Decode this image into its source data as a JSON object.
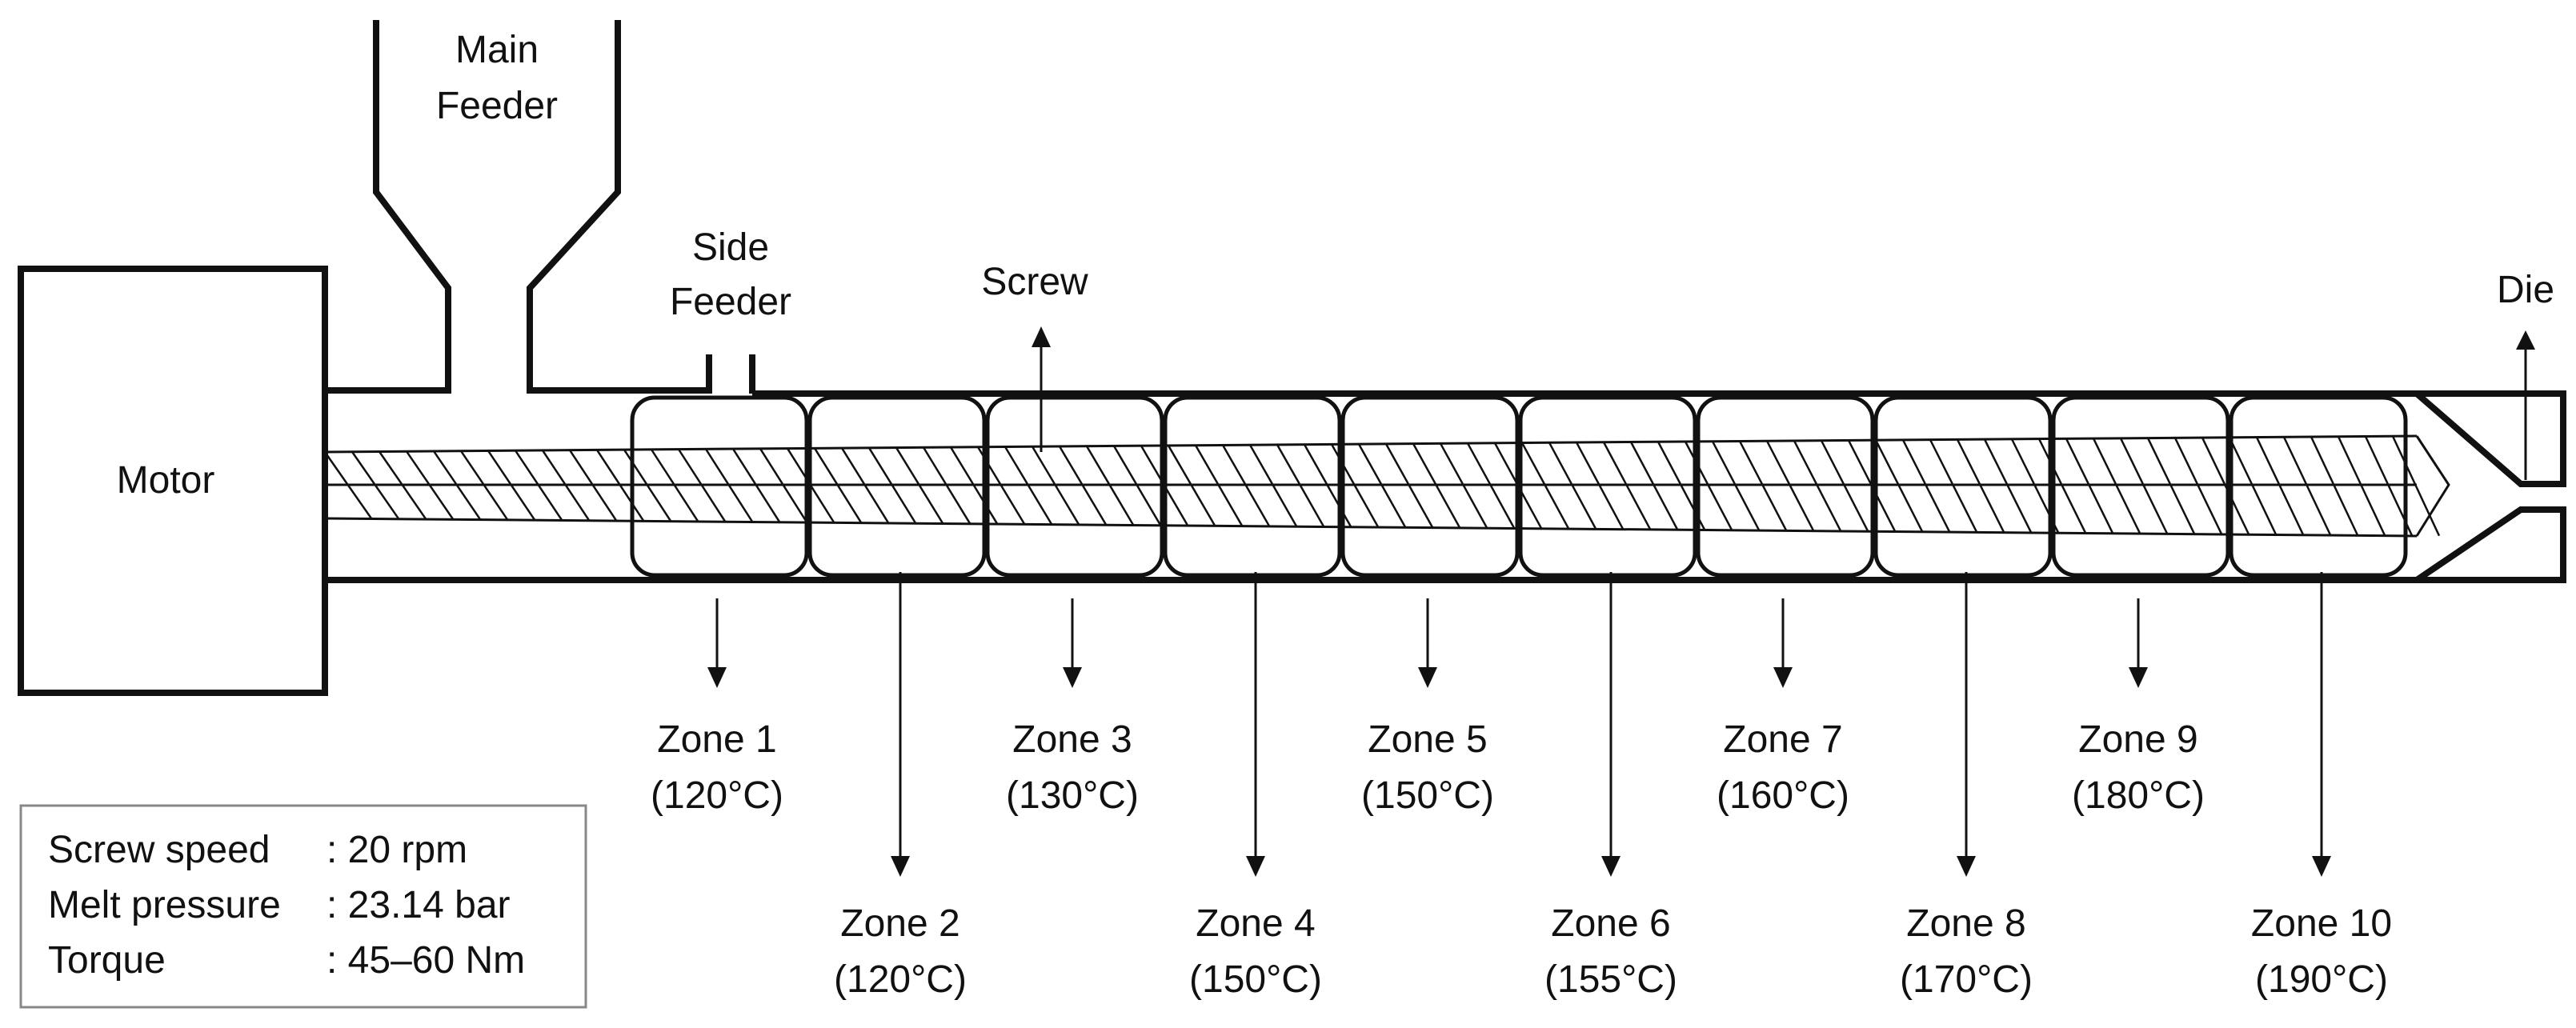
{
  "labels": {
    "motor": "Motor",
    "main_feeder_line1": "Main",
    "main_feeder_line2": "Feeder",
    "side_feeder_line1": "Side",
    "side_feeder_line2": "Feeder",
    "screw": "Screw",
    "die": "Die"
  },
  "zones": [
    {
      "name": "Zone 1",
      "temp": "(120°C)"
    },
    {
      "name": "Zone 2",
      "temp": "(120°C)"
    },
    {
      "name": "Zone 3",
      "temp": "(130°C)"
    },
    {
      "name": "Zone 4",
      "temp": "(150°C)"
    },
    {
      "name": "Zone 5",
      "temp": "(150°C)"
    },
    {
      "name": "Zone 6",
      "temp": "(155°C)"
    },
    {
      "name": "Zone 7",
      "temp": "(160°C)"
    },
    {
      "name": "Zone 8",
      "temp": "(170°C)"
    },
    {
      "name": "Zone 9",
      "temp": "(180°C)"
    },
    {
      "name": "Zone 10",
      "temp": "(190°C)"
    }
  ],
  "parameters": [
    {
      "label": "Screw speed",
      "value": ": 20 rpm"
    },
    {
      "label": "Melt pressure",
      "value": ": 23.14 bar"
    },
    {
      "label": "Torque",
      "value": ": 45–60 Nm"
    }
  ]
}
